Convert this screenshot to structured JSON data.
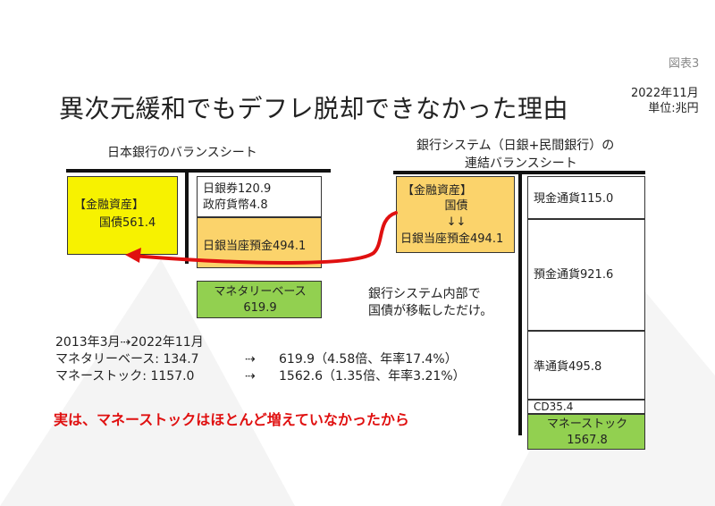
{
  "figure_label": "図表3",
  "title": "異次元緩和でもデフレ脱却できなかった理由",
  "date_line1": "2022年11月",
  "date_line2": "単位:兆円",
  "boj": {
    "heading": "日本銀行のバランスシート",
    "asset_label": "【金融資産】",
    "asset_value": "国債561.4",
    "notes_line1": "日銀券120.9",
    "notes_line2": "政府貨幣4.8",
    "deposits": "日銀当座預金494.1",
    "base_label": "マネタリーベース",
    "base_value": "619.9"
  },
  "bank": {
    "heading_line1": "銀行システム（日銀+民間銀行）の",
    "heading_line2": "連結バランスシート",
    "asset_label": "【金融資産】",
    "asset_line2": "国債",
    "asset_arrows": "↓↓",
    "asset_line3": "日銀当座預金494.1",
    "cash": "現金通貨115.0",
    "deposits": "預金通貨921.6",
    "quasi": "準通貨495.8",
    "cd": "CD35.4",
    "stock_label": "マネーストック",
    "stock_value": "1567.8"
  },
  "note_line1": "銀行システム内部で",
  "note_line2": "国債が移転しただけ。",
  "stats": {
    "period": "2013年3月⇢2022年11月",
    "row1_label": "マネタリーベース: 134.7",
    "row1_arrow": "⇢",
    "row1_value": "619.9（4.58倍、年率17.4%）",
    "row2_label": "マネーストック: 1157.0",
    "row2_arrow": "⇢",
    "row2_value": "1562.6（1.35倍、年率3.21%）"
  },
  "conclusion": "実は、マネーストックはほとんど増えていなかったから",
  "colors": {
    "yellow": "#f7f200",
    "orange": "#fbd36b",
    "green": "#92d050",
    "red": "#e01010"
  }
}
